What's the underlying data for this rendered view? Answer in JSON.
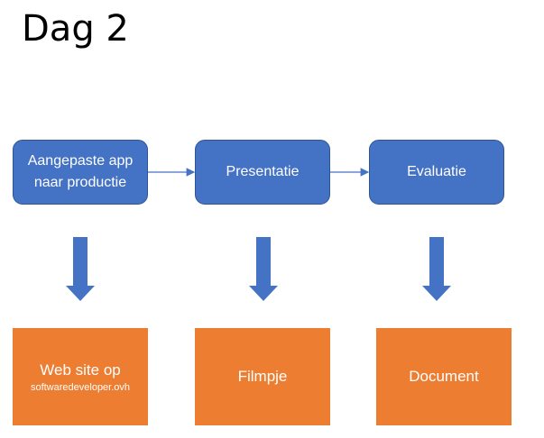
{
  "title": "Dag 2",
  "colors": {
    "process_fill": "#4472c4",
    "process_border": "#2f5597",
    "output_fill": "#ed7d31",
    "arrow": "#4472c4",
    "text": "#ffffff"
  },
  "process_steps": [
    {
      "label": "Aangepaste app naar productie"
    },
    {
      "label": "Presentatie"
    },
    {
      "label": "Evaluatie"
    }
  ],
  "outputs": [
    {
      "label": "Web site op",
      "sublabel": "softwaredeveloper.ovh"
    },
    {
      "label": "Filmpje"
    },
    {
      "label": "Document"
    }
  ]
}
